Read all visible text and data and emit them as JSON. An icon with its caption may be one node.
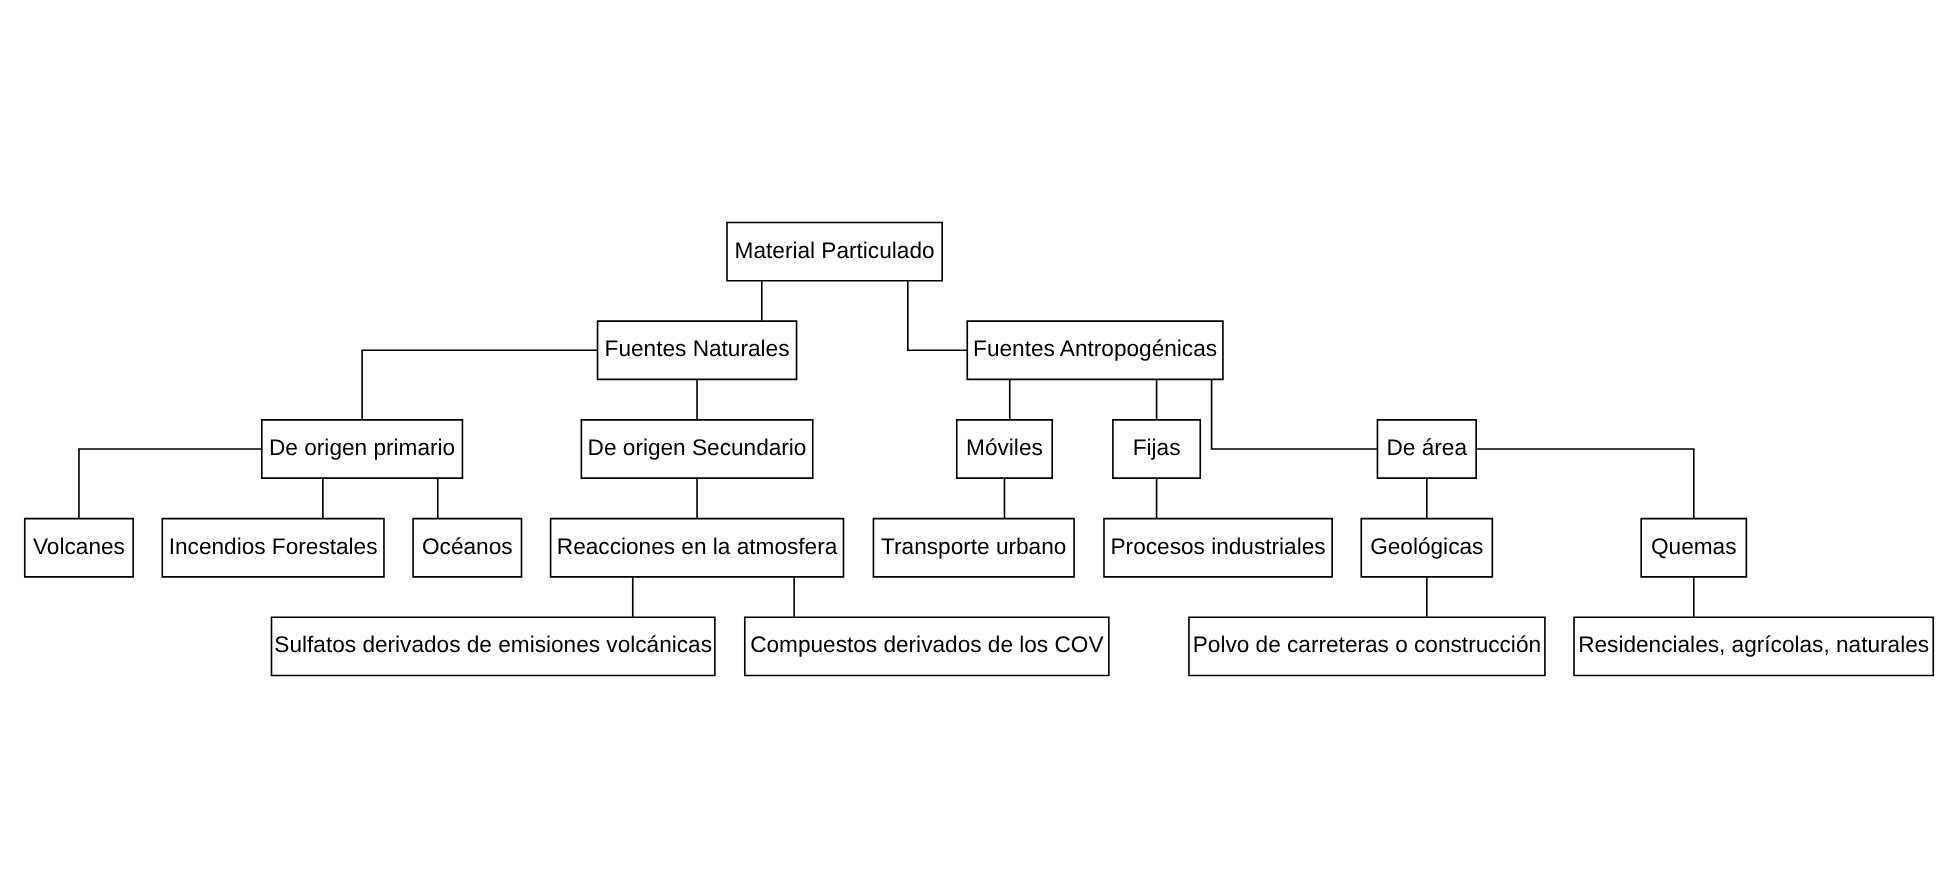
{
  "diagram": {
    "nodes": [
      {
        "text": [
          "Material Particulado"
        ]
      },
      {
        "text": [
          "Fuentes Naturales"
        ]
      },
      {
        "text": [
          "Fuentes Antropogénicas"
        ]
      },
      {
        "text": [
          "De origen primario"
        ]
      },
      {
        "text": [
          "De origen Secundario"
        ]
      },
      {
        "text": [
          "Volcanes"
        ]
      },
      {
        "text": [
          "Incendios Forestales"
        ]
      },
      {
        "text": [
          "Océanos"
        ]
      },
      {
        "text": [
          "Reacciones en la atmosfera"
        ]
      },
      {
        "text": [
          "Sulfatos derivados de emisiones volcánicas"
        ]
      },
      {
        "text": [
          "Compuestos derivados de los COV"
        ]
      },
      {
        "text": [
          "Móviles"
        ]
      },
      {
        "text": [
          "Fijas"
        ]
      },
      {
        "text": [
          "De área"
        ]
      },
      {
        "text": [
          "Transporte urbano"
        ]
      },
      {
        "text": [
          "Procesos industriales"
        ]
      },
      {
        "text": [
          "Geológicas"
        ]
      },
      {
        "text": [
          "Quemas"
        ]
      },
      {
        "text": [
          "Polvo de carreteras o construcción"
        ]
      },
      {
        "text": [
          "Residenciales, agrícolas, naturales"
        ]
      }
    ],
    "edges": [
      {
        "from": 0,
        "to": 1,
        "arrow": "none"
      },
      {
        "from": 0,
        "to": 2,
        "arrow": "none"
      },
      {
        "from": 1,
        "to": 3,
        "arrow": "none"
      },
      {
        "from": 1,
        "to": 4,
        "arrow": "none"
      },
      {
        "from": 3,
        "to": 5,
        "arrow": "none"
      },
      {
        "from": 3,
        "to": 6,
        "arrow": "none"
      },
      {
        "from": 3,
        "to": 7,
        "arrow": "none"
      },
      {
        "from": 4,
        "to": 8,
        "arrow": "none"
      },
      {
        "from": 8,
        "to": 9,
        "arrow": "none"
      },
      {
        "from": 8,
        "to": 10,
        "arrow": "none"
      },
      {
        "from": 2,
        "to": 11,
        "arrow": "none"
      },
      {
        "from": 2,
        "to": 12,
        "arrow": "none"
      },
      {
        "from": 2,
        "to": 13,
        "arrow": "none"
      },
      {
        "from": 11,
        "to": 14,
        "arrow": "none"
      },
      {
        "from": 12,
        "to": 15,
        "arrow": "none"
      },
      {
        "from": 13,
        "to": 16,
        "arrow": "none"
      },
      {
        "from": 13,
        "to": 17,
        "arrow": "none"
      },
      {
        "from": 16,
        "to": 18,
        "arrow": "none"
      },
      {
        "from": 17,
        "to": 19,
        "arrow": "none"
      }
    ]
  }
}
